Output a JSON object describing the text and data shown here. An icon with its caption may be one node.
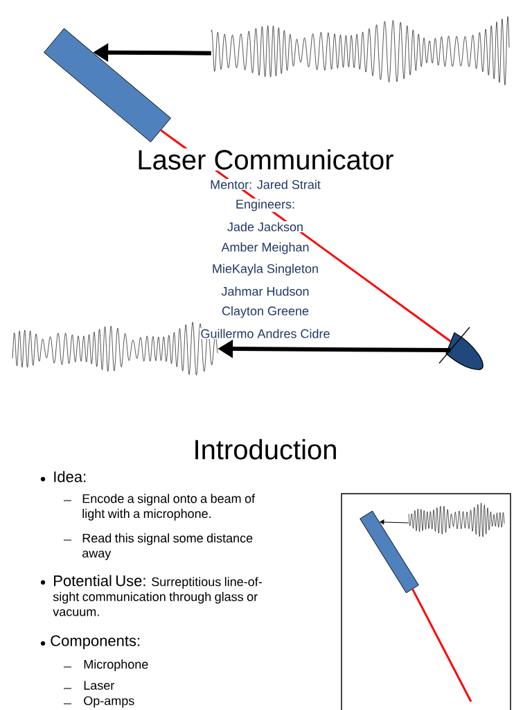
{
  "diagram": {
    "title": "Laser Communicator",
    "nodes": [
      {
        "text": [],
        "shape": "box"
      },
      {
        "text": [],
        "shape": "picture"
      },
      {
        "text": [],
        "shape": "picture"
      },
      {
        "text": [],
        "shape": "picture"
      },
      {
        "text": [],
        "shape": "box"
      },
      {
        "text": [],
        "shape": "picture"
      }
    ],
    "edges": [
      {
        "from": 1,
        "to": 0,
        "arrow": "to",
        "style": "thick"
      },
      {
        "from": 0,
        "to": 2,
        "arrow": "none",
        "color": "#ff0000"
      },
      {
        "from": 2,
        "to": 3,
        "arrow": "to",
        "style": "thick"
      },
      {
        "from": 5,
        "to": 4,
        "arrow": "to"
      },
      {
        "from": 4,
        "to": null,
        "arrow": "none",
        "color": "#ff0000"
      }
    ],
    "labels": [
      "Mentor: Jared Strait",
      "Engineers:",
      "Jade Jackson",
      "Amber Meighan",
      "MieKayla Singleton",
      "Jahmar Hudson",
      "Clayton Greene",
      "Guillermo Andres Cidre",
      "Introduction",
      "Idea:",
      "Encode a signal onto a beam of light with a microphone.",
      "Read this signal some distance away",
      "Potential Use:",
      "Surreptitious line-of-sight communication through glass or vacuum.",
      "Components:",
      "Microphone",
      "Laser",
      "Op-amps"
    ]
  }
}
